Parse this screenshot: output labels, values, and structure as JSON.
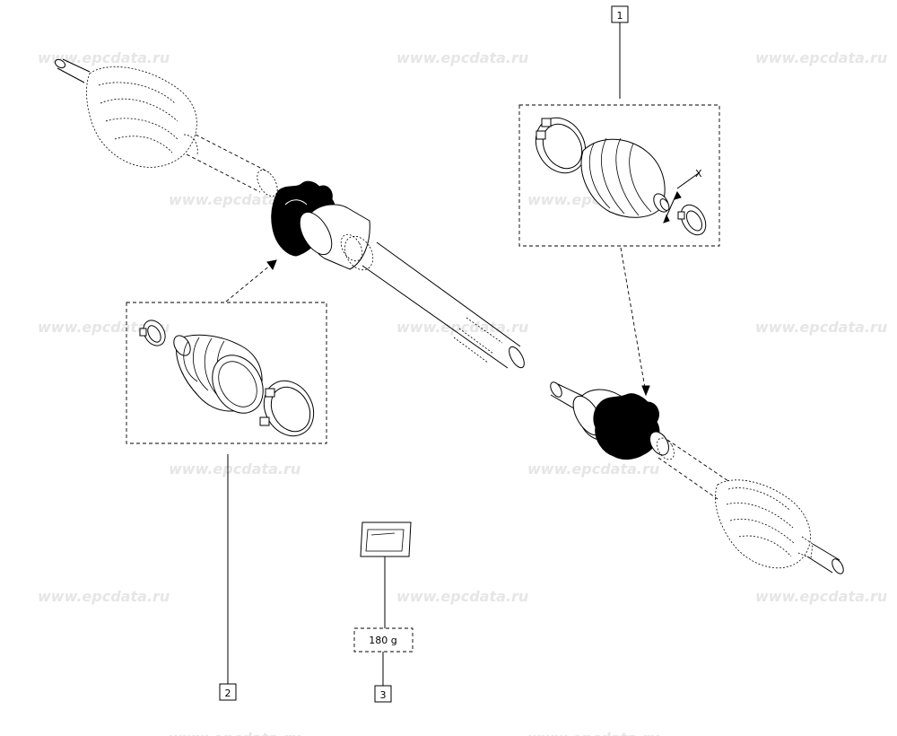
{
  "watermark": "www.epcdata.ru",
  "callouts": {
    "one": "1",
    "two": "2",
    "three": "3"
  },
  "grease_quantity": "180 g",
  "dimension_label": "X",
  "colors": {
    "line": "#000000",
    "watermark": "#e6e6e6",
    "background": "#ffffff"
  }
}
